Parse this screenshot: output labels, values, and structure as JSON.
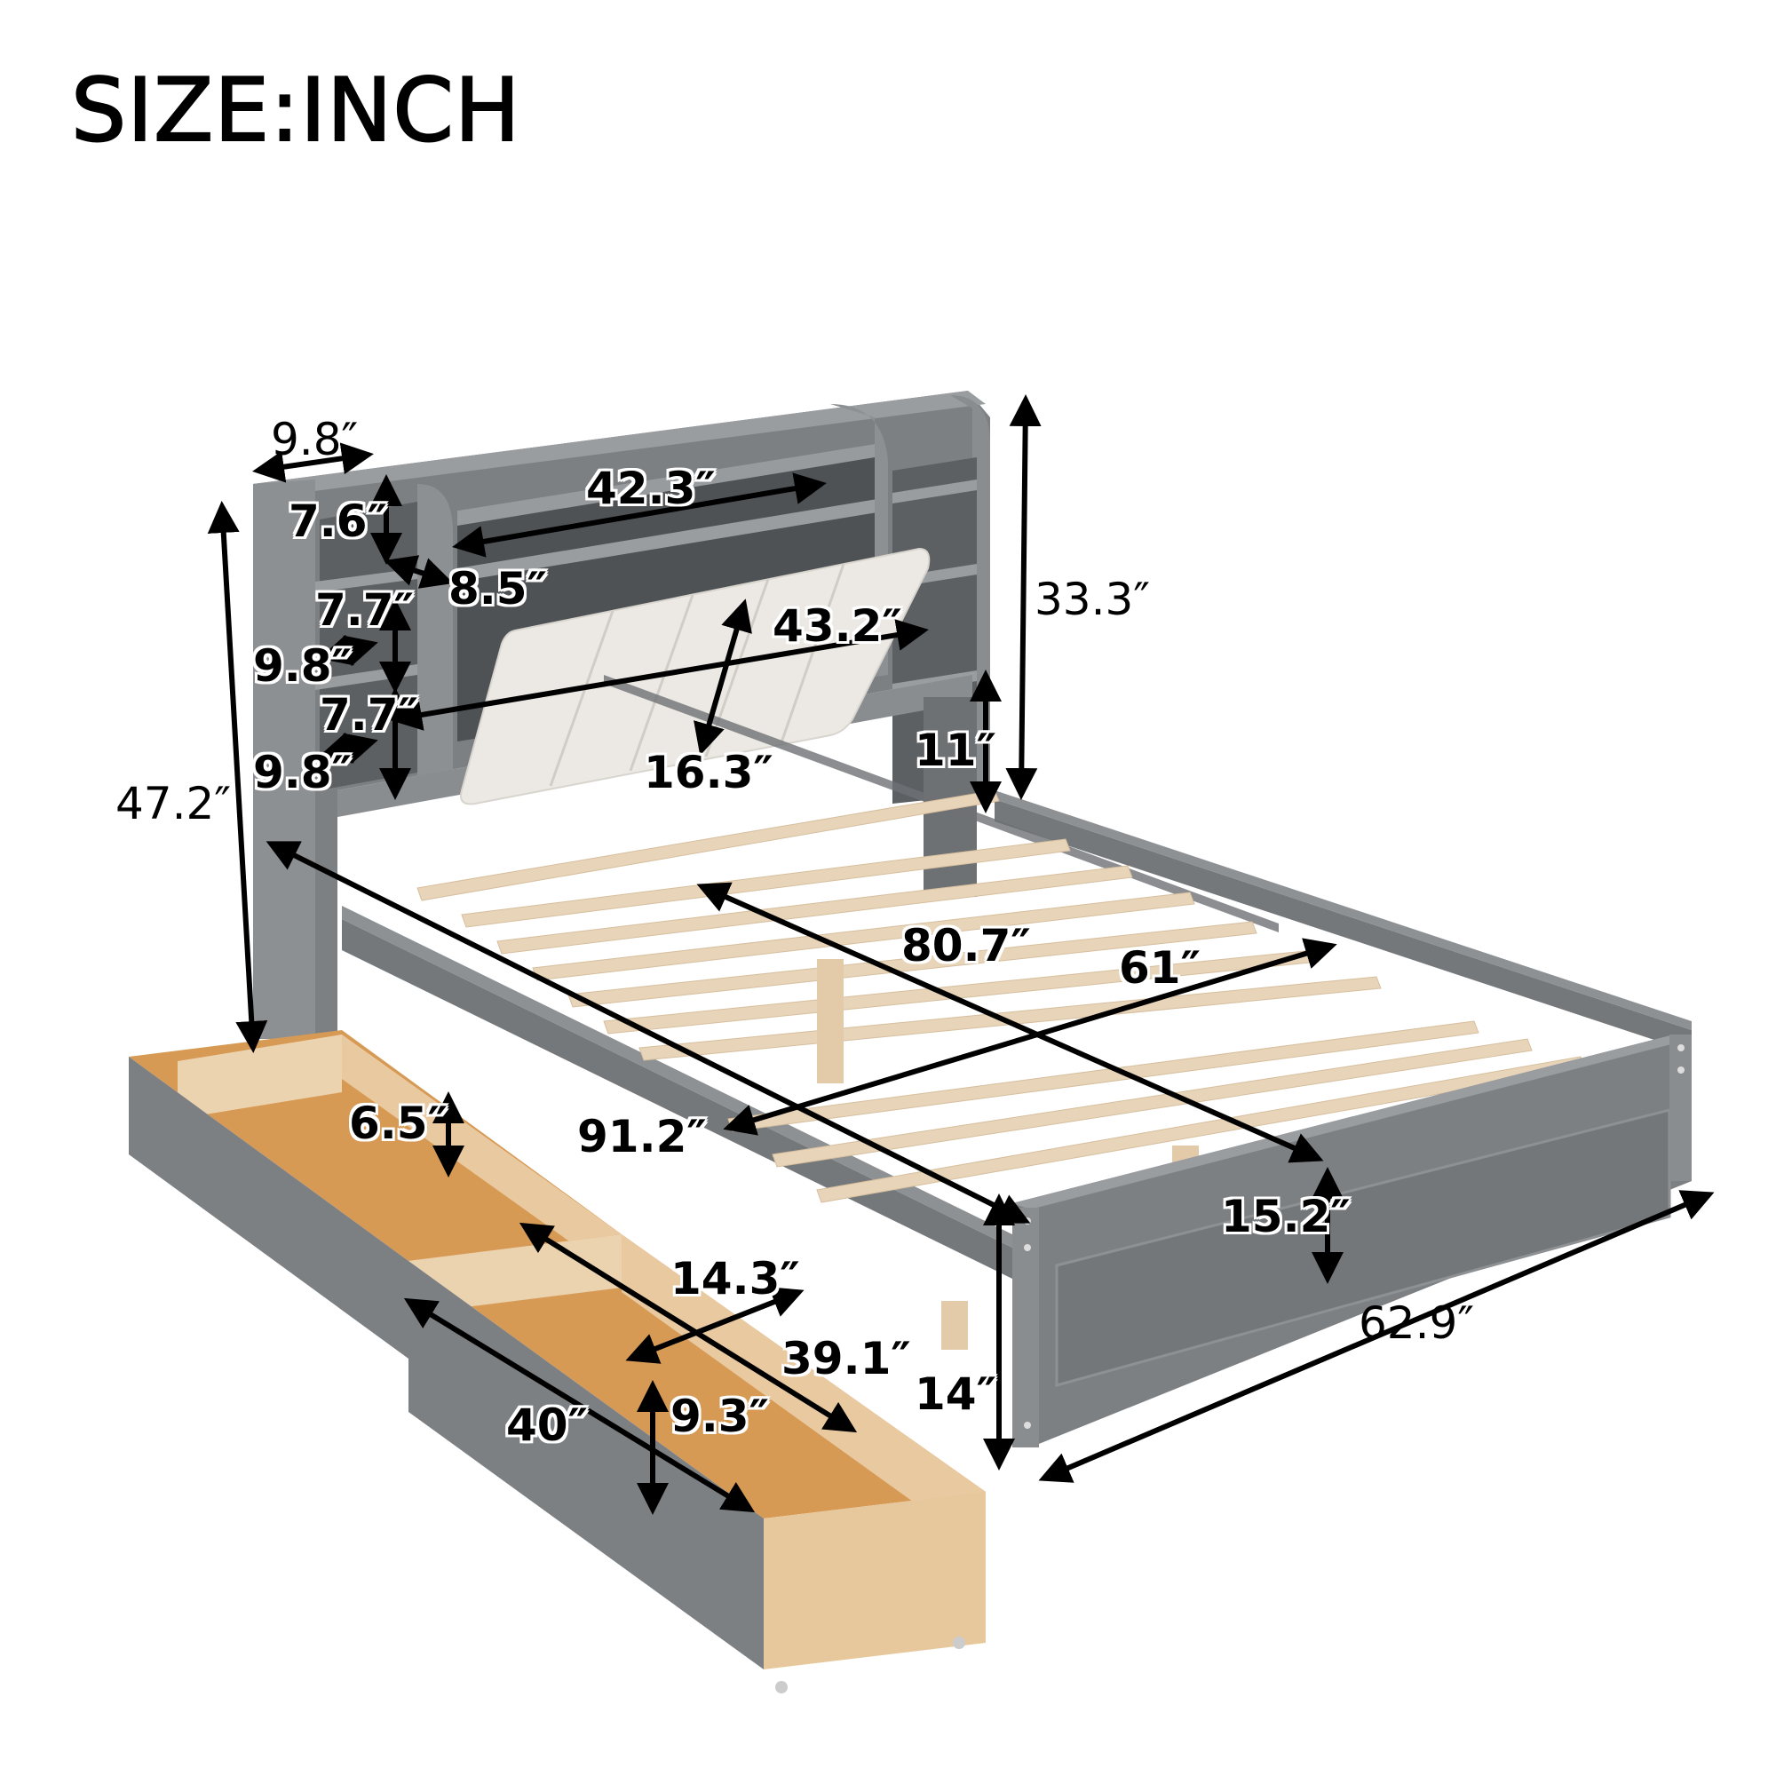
{
  "title": "SIZE:INCH",
  "product": "Bed frame with bookcase headboard, upholstered panel and two storage drawers",
  "colors": {
    "frame_gray": "#7d8083",
    "frame_dark": "#55585b",
    "slat_wood": "#e8d4b8",
    "drawer_wood": "#e9c9a0",
    "cushion": "#ece9e4",
    "arrow": "#000000"
  },
  "dimensions": {
    "headboard_depth": "9.8″",
    "top_shelf_length": "42.3″",
    "side_shelf_height_top": "7.6″",
    "side_shelf_depth_top": "8.5″",
    "side_cubby_height_1": "7.7″",
    "side_cubby_width_1": "9.8″",
    "side_cubby_height_2": "7.7″",
    "side_cubby_width_2": "9.8″",
    "cushion_width": "43.2″",
    "cushion_height": "16.3″",
    "headboard_height_above_rail": "33.3″",
    "headboard_total_height": "47.2″",
    "rail_clearance": "11″",
    "inner_length": "80.7″",
    "inner_width": "61″",
    "overall_length": "91.2″",
    "drawer_height_inner": "6.5″",
    "drawer_inner_width": "14.3″",
    "drawer_inner_length": "39.1″",
    "drawer_outer_length": "40″",
    "drawer_front_height": "9.3″",
    "footboard_height_floor": "14″",
    "footboard_panel_height": "15.2″",
    "overall_width": "62.9″"
  }
}
